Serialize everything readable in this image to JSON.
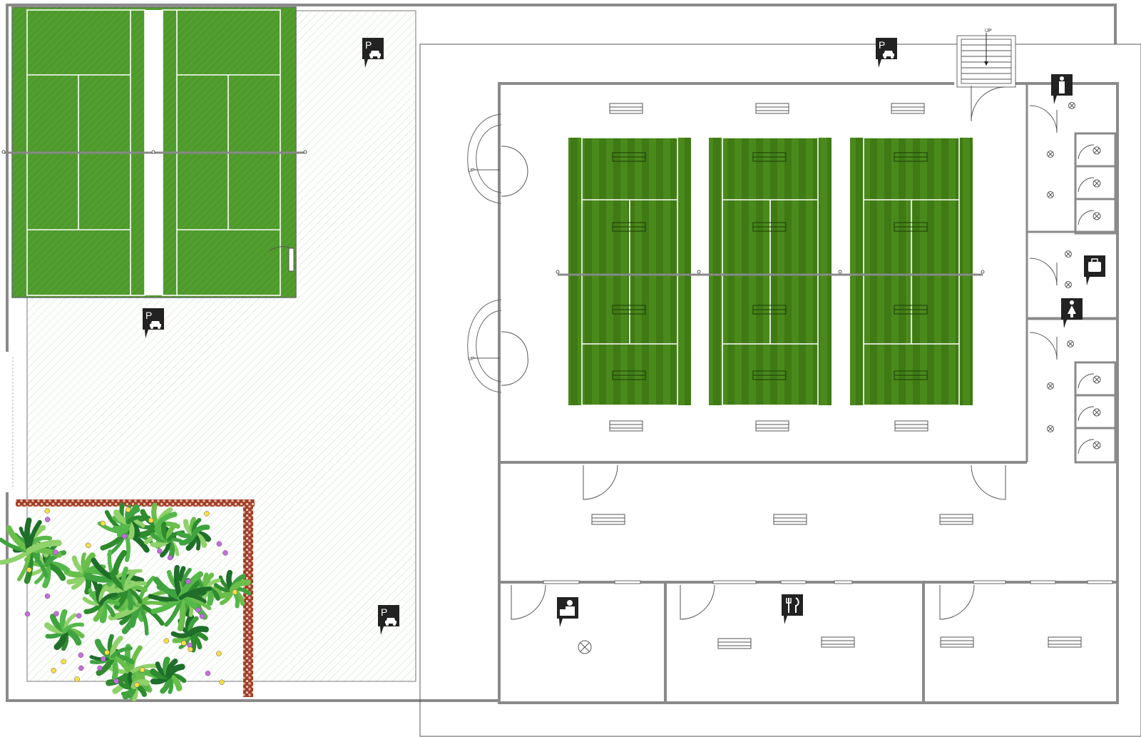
{
  "plan": {
    "stair_labels": [
      "UP",
      "UP",
      "UP"
    ]
  },
  "colors": {
    "wall": "#8a8a8a",
    "court_green": "#3f7a14",
    "court_green_dark": "#356a0f",
    "outdoor_court": "#4f9a2c",
    "parking_hatch": "#d6e6d0",
    "brick": "#a0402a",
    "marker": "#222222"
  },
  "icons": {
    "parking_markers": [
      "parking-car-icon",
      "parking-car-icon",
      "parking-car-icon",
      "parking-car-icon"
    ],
    "amenity_markers": [
      "male-restroom-icon",
      "luggage-icon",
      "female-restroom-icon",
      "reception-icon",
      "restaurant-icon"
    ],
    "parking_letter": "P"
  }
}
